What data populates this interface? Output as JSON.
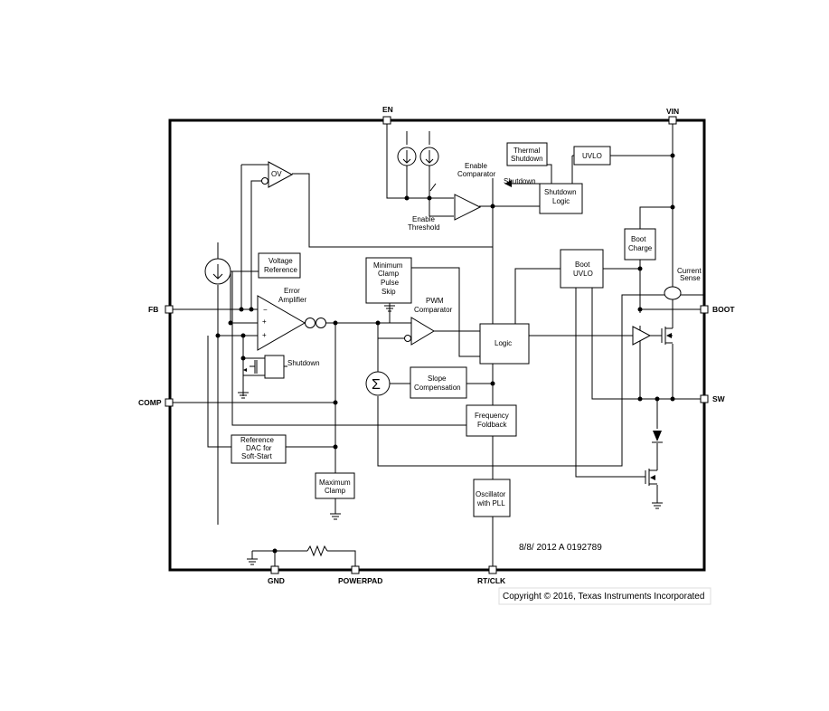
{
  "pins": {
    "en": "EN",
    "vin": "VIN",
    "fb": "FB",
    "comp": "COMP",
    "boot": "BOOT",
    "sw": "SW",
    "gnd": "GND",
    "powerpad": "POWERPAD",
    "rtclk": "RT/CLK"
  },
  "blocks": {
    "ov": "OV",
    "voltage_reference": [
      "Voltage",
      "Reference"
    ],
    "error_amplifier": [
      "Error",
      "Amplifier"
    ],
    "shutdown_small": "Shutdown",
    "reference_dac": [
      "Reference",
      "DAC for",
      "Soft-Start"
    ],
    "maximum_clamp": [
      "Maximum",
      "Clamp"
    ],
    "minimum_clamp": [
      "Minimum",
      "Clamp",
      "Pulse",
      "Skip"
    ],
    "pwm_comparator": [
      "PWM",
      "Comparator"
    ],
    "logic": "Logic",
    "slope_compensation": [
      "Slope",
      "Compensation"
    ],
    "frequency_foldback": [
      "Frequency",
      "Foldback"
    ],
    "oscillator": [
      "Oscillator",
      "with PLL"
    ],
    "boot_uvlo": [
      "Boot",
      "UVLO"
    ],
    "boot_charge": [
      "Boot",
      "Charge"
    ],
    "current_sense": [
      "Current",
      "Sense"
    ],
    "thermal_shutdown": [
      "Thermal",
      "Shutdown"
    ],
    "uvlo": "UVLO",
    "shutdown_logic": [
      "Shutdown",
      "Logic"
    ],
    "enable_comparator": [
      "Enable",
      "Comparator"
    ],
    "enable_threshold": [
      "Enable",
      "Threshold"
    ],
    "shutdown_arrow": "Shutdown",
    "sigma": "Σ"
  },
  "notes": {
    "doc_id": "8/8/  2012 A  0192789",
    "copyright": "Copyright © 2016, Texas Instruments Incorporated"
  }
}
